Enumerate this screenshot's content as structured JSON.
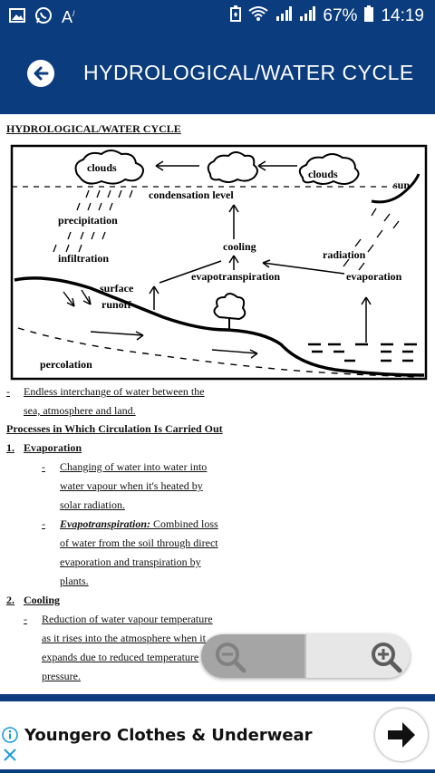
{
  "status_bar": {
    "battery_percent": "67%",
    "time": "14:19",
    "icons": [
      "gallery-icon",
      "whatsapp-icon",
      "font-icon",
      "battery-saver-icon",
      "wifi-icon",
      "signal-icon",
      "signal-icon-2",
      "battery-icon"
    ]
  },
  "app_bar": {
    "title": "HYDROLOGICAL/WATER CYCLE"
  },
  "document": {
    "heading": "HYDROLOGICAL/WATER CYCLE",
    "diagram": {
      "clouds_left": "clouds",
      "clouds_right": "clouds",
      "sun": "sun",
      "condensation": "condensation level",
      "precipitation": "precipitation",
      "infiltration": "infiltration",
      "cooling": "cooling",
      "radiation": "radiation",
      "surface": "surface",
      "runoff": "runoff",
      "evapotranspiration": "evapotranspiration",
      "evaporation": "evaporation",
      "percolation": "percolation"
    },
    "def_bullet": "-",
    "def_line1": "Endless interchange of water between the",
    "def_line2": "sea, atmosphere and land.",
    "processes_heading": "Processes in Which Circulation Is Carried Out",
    "evap_num": "1.",
    "evap_heading": "Evaporation",
    "evap_b1_bullet": "-",
    "evap_b1_l1": "Changing of water into water into",
    "evap_b1_l2": "water vapour when it's heated by",
    "evap_b1_l3": "solar radiation.",
    "evap_b2_bullet": "-",
    "evap_b2_term": "Evapotranspiration:",
    "evap_b2_l1": " Combined loss",
    "evap_b2_l2": "of water from the soil through direct",
    "evap_b2_l3": "evaporation and transpiration by",
    "evap_b2_l4": "plants.",
    "cool_num": "2.",
    "cool_heading": "Cooling",
    "cool_b1_bullet": "-",
    "cool_b1_l1": "Reduction of water vapour temperature",
    "cool_b1_l2": "as it rises into the atmosphere when it",
    "cool_b1_l3": "expands due to reduced temperature",
    "cool_b1_l4": "pressure."
  },
  "zoom": {
    "out_icon": "zoom-out-icon",
    "in_icon": "zoom-in-icon"
  },
  "ad": {
    "text": "Youngero Clothes & Underwear",
    "info_icon": "info-icon",
    "close_icon": "close-icon",
    "action_icon": "arrow-right-icon"
  },
  "colors": {
    "brand_blue": "#0b3c7d",
    "ad_accent": "#1a9cd8"
  }
}
